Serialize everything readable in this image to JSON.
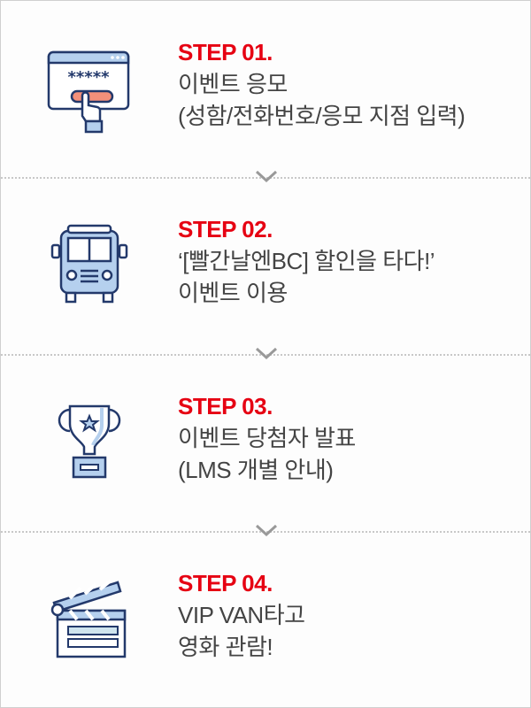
{
  "steps": [
    {
      "label": "STEP 01.",
      "lines": [
        "이벤트 응모",
        "(성함/전화번호/응모 지점 입력)"
      ],
      "icon": "password-click-icon",
      "password_mask": "*****"
    },
    {
      "label": "STEP 02.",
      "lines": [
        "‘[빨간날엔BC] 할인을 타다!’",
        "이벤트 이용"
      ],
      "icon": "bus-icon"
    },
    {
      "label": "STEP 03.",
      "lines": [
        "이벤트 당첨자 발표",
        "(LMS 개별 안내)"
      ],
      "icon": "trophy-icon"
    },
    {
      "label": "STEP 04.",
      "lines": [
        "VIP VAN타고",
        "영화 관람!"
      ],
      "icon": "clapperboard-icon"
    }
  ],
  "colors": {
    "accent": "#e60012",
    "text": "#444444",
    "icon_stroke": "#23396b",
    "icon_fill": "#b5d0ee",
    "button": "#f4907a"
  }
}
